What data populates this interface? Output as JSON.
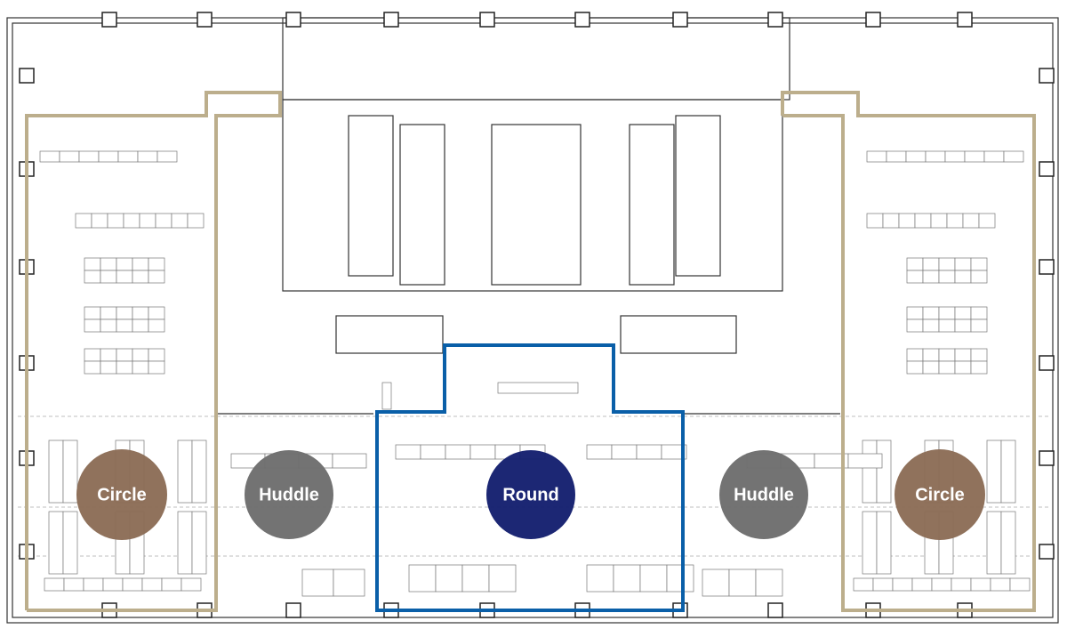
{
  "zones": [
    {
      "label": "Circle",
      "color": "#8c6d57"
    },
    {
      "label": "Huddle",
      "color": "#6e6e6e"
    },
    {
      "label": "Round",
      "color": "#15206f"
    },
    {
      "label": "Huddle",
      "color": "#6e6e6e"
    },
    {
      "label": "Circle",
      "color": "#8c6d57"
    }
  ],
  "colors": {
    "tan_outline": "#bcae8c",
    "blue_outline": "#0a5fa8"
  }
}
